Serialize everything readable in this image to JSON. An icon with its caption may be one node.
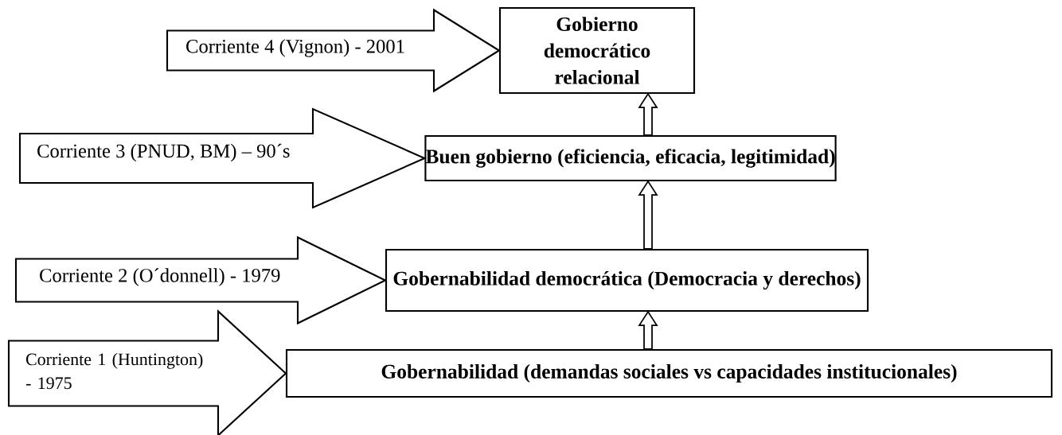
{
  "diagram": {
    "nodes": [
      {
        "text": [
          "Gobierno democrático relacional"
        ]
      },
      {
        "text": [
          "Buen gobierno (eficiencia, eficacia, legitimidad)"
        ]
      },
      {
        "text": [
          "Gobernabilidad democrática  (Democracia y derechos)"
        ]
      },
      {
        "text": [
          "Gobernabilidad (demandas sociales vs capacidades institucionales)"
        ]
      }
    ],
    "edges": [
      {
        "from": null,
        "to": 0,
        "arrow": "to",
        "label": "Corriente  4 (Vignon) - 2001"
      },
      {
        "from": null,
        "to": 1,
        "arrow": "to",
        "label": "Corriente  3 (PNUD, BM) – 90´s"
      },
      {
        "from": null,
        "to": 2,
        "arrow": "to",
        "label": "Corriente 2  (O´donnell) - 1979"
      },
      {
        "from": null,
        "to": 3,
        "arrow": "to",
        "label": "Corriente 1 (Huntington) - 1975"
      },
      {
        "from": 3,
        "to": 2,
        "arrow": "to"
      },
      {
        "from": 2,
        "to": 1,
        "arrow": "to"
      },
      {
        "from": 1,
        "to": 0,
        "arrow": "to"
      }
    ]
  }
}
